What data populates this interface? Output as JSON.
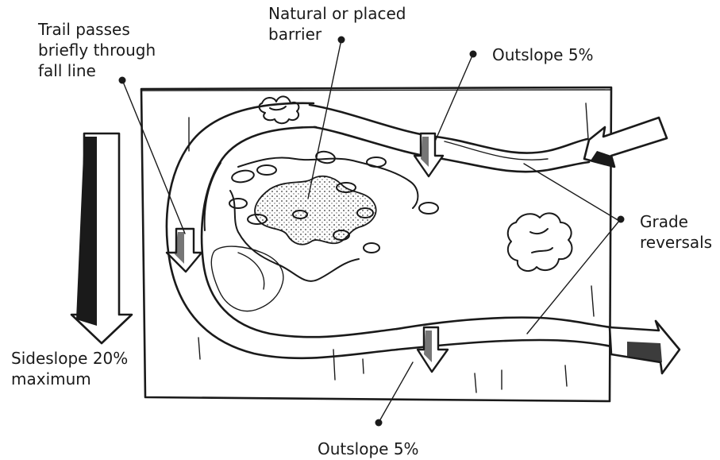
{
  "labels": {
    "trail_passes": [
      "Trail passes",
      "briefly through",
      "fall line"
    ],
    "barrier": [
      "Natural or placed",
      "barrier"
    ],
    "outslope_top": "Outslope 5%",
    "grade_reversals": [
      "Grade",
      "reversals"
    ],
    "sideslope": [
      "Sideslope 20%",
      "maximum"
    ],
    "outslope_bottom": "Outslope 5%"
  }
}
